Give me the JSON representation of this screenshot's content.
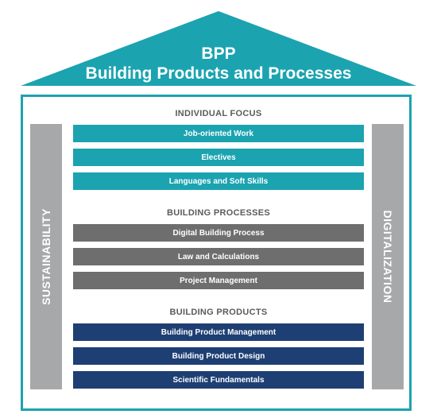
{
  "roof": {
    "title_line1": "BPP",
    "title_line2": "Building Products and Processes"
  },
  "pillars": {
    "left": "SUSTAINABILITY",
    "right": "DIGITALIZATION"
  },
  "sections": [
    {
      "heading": "INDIVIDUAL FOCUS",
      "items": [
        "Job-oriented Work",
        "Electives",
        "Languages and Soft Skills"
      ]
    },
    {
      "heading": "BUILDING PROCESSES",
      "items": [
        "Digital Building Process",
        "Law and Calculations",
        "Project Management"
      ]
    },
    {
      "heading": "BUILDING PRODUCTS",
      "items": [
        "Building Product Management",
        "Building Product Design",
        "Scientific Fundamentals"
      ]
    }
  ],
  "colors": {
    "teal": "#1ba3b0",
    "gray": "#6e6e6e",
    "navy": "#1e3f73",
    "pillar": "#a7a8aa"
  }
}
